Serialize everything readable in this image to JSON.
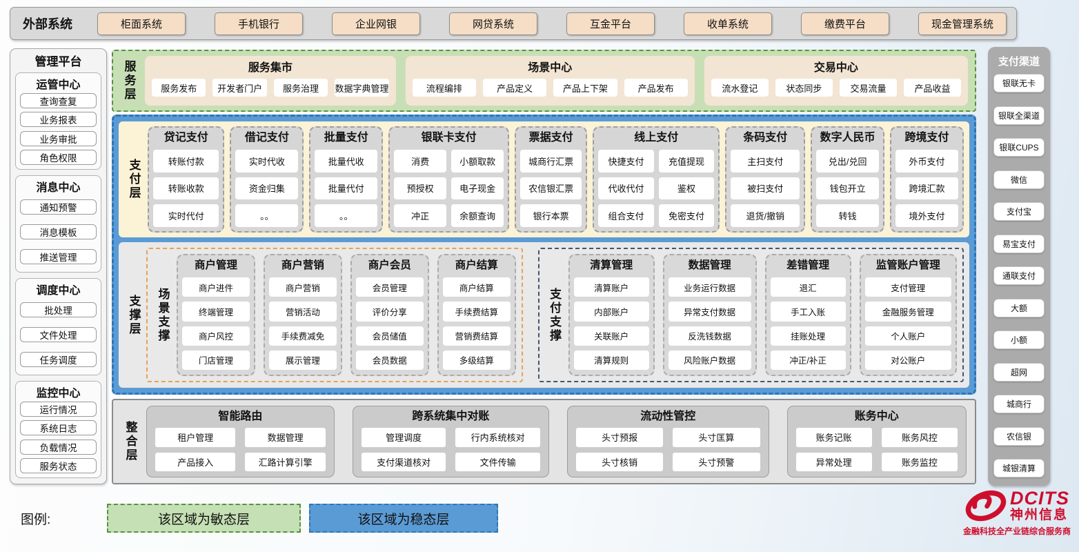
{
  "colors": {
    "stable_blue": "#5B9BD5",
    "stable_border_blue": "#2E75B6",
    "agile_green": "#C8DFB6",
    "agile_border_green": "#569141",
    "payment_cream": "#FCF2D5",
    "external_tan": "#F5DEC5",
    "scene_support_orange": "#E8A150",
    "payment_support_navy": "#44546A",
    "brand_red": "#CE0E2D"
  },
  "external": {
    "label": "外部系统",
    "items": [
      "柜面系统",
      "手机银行",
      "企业网银",
      "网贷系统",
      "互金平台",
      "收单系统",
      "缴费平台",
      "现金管理系统"
    ]
  },
  "management": {
    "title": "管理平台",
    "groups": [
      {
        "title": "运管中心",
        "items": [
          "查询查复",
          "业务报表",
          "业务审批",
          "角色权限"
        ]
      },
      {
        "title": "消息中心",
        "items": [
          "通知预警",
          "消息模板",
          "推送管理"
        ]
      },
      {
        "title": "调度中心",
        "items": [
          "批处理",
          "文件处理",
          "任务调度"
        ]
      },
      {
        "title": "监控中心",
        "items": [
          "运行情况",
          "系统日志",
          "负载情况",
          "服务状态"
        ]
      }
    ]
  },
  "service": {
    "label": "服务层",
    "centers": [
      {
        "title": "服务集市",
        "items": [
          "服务发布",
          "开发者门户",
          "服务治理",
          "数据字典管理"
        ]
      },
      {
        "title": "场景中心",
        "items": [
          "流程编排",
          "产品定义",
          "产品上下架",
          "产品发布"
        ]
      },
      {
        "title": "交易中心",
        "items": [
          "流水登记",
          "状态同步",
          "交易流量",
          "产品收益"
        ]
      }
    ]
  },
  "payment": {
    "label": "支付层",
    "groups": [
      {
        "title": "贷记支付",
        "items": [
          "转账付款",
          "转账收款",
          "实时代付"
        ]
      },
      {
        "title": "借记支付",
        "items": [
          "实时代收",
          "资金归集",
          "。。"
        ]
      },
      {
        "title": "批量支付",
        "items": [
          "批量代收",
          "批量代付",
          "。。"
        ]
      },
      {
        "title": "银联卡支付",
        "items": [
          "消费",
          "小额取款",
          "预授权",
          "电子现金",
          "冲正",
          "余额查询"
        ]
      },
      {
        "title": "票据支付",
        "items": [
          "城商行汇票",
          "农信银汇票",
          "银行本票"
        ]
      },
      {
        "title": "线上支付",
        "items": [
          "快捷支付",
          "充值提现",
          "代收代付",
          "鉴权",
          "组合支付",
          "免密支付"
        ]
      },
      {
        "title": "条码支付",
        "items": [
          "主扫支付",
          "被扫支付",
          "退货/撤销"
        ]
      },
      {
        "title": "数字人民币",
        "items": [
          "兑出/兑回",
          "钱包开立",
          "转钱"
        ]
      },
      {
        "title": "跨境支付",
        "items": [
          "外币支付",
          "跨境汇款",
          "境外支付"
        ]
      }
    ]
  },
  "support": {
    "label": "支撑层",
    "sections": [
      {
        "label": "场景支撑",
        "groups": [
          {
            "title": "商户管理",
            "items": [
              "商户进件",
              "终端管理",
              "商户风控",
              "门店管理"
            ]
          },
          {
            "title": "商户营销",
            "items": [
              "商户营销",
              "营销活动",
              "手续费减免",
              "展示管理"
            ]
          },
          {
            "title": "商户会员",
            "items": [
              "会员管理",
              "评价分享",
              "会员储值",
              "会员数据"
            ]
          },
          {
            "title": "商户结算",
            "items": [
              "商户结算",
              "手续费结算",
              "营销费结算",
              "多级结算"
            ]
          }
        ]
      },
      {
        "label": "支付支撑",
        "groups": [
          {
            "title": "清算管理",
            "items": [
              "清算账户",
              "内部账户",
              "关联账户",
              "清算规则"
            ]
          },
          {
            "title": "数据管理",
            "items": [
              "业务运行数据",
              "异常支付数据",
              "反洗钱数据",
              "风险账户数据"
            ]
          },
          {
            "title": "差错管理",
            "items": [
              "退汇",
              "手工入账",
              "挂账处理",
              "冲正/补正"
            ]
          },
          {
            "title": "监管账户管理",
            "items": [
              "支付管理",
              "金融服务管理",
              "个人账户",
              "对公账户"
            ]
          }
        ]
      }
    ]
  },
  "integration": {
    "label": "整合层",
    "groups": [
      {
        "title": "智能路由",
        "items": [
          "租户管理",
          "数据管理",
          "产品接入",
          "汇路计算引擎"
        ]
      },
      {
        "title": "跨系统集中对账",
        "items": [
          "管理调度",
          "行内系统核对",
          "支付渠道核对",
          "文件传输"
        ]
      },
      {
        "title": "流动性管控",
        "items": [
          "头寸预报",
          "头寸匡算",
          "头寸核销",
          "头寸预警"
        ]
      },
      {
        "title": "账务中心",
        "items": [
          "账务记账",
          "账务风控",
          "异常处理",
          "账务监控"
        ]
      }
    ]
  },
  "channels": {
    "title": "支付渠道",
    "items": [
      "银联无卡",
      "银联全渠道",
      "银联CUPS",
      "微信",
      "支付宝",
      "易宝支付",
      "通联支付",
      "大额",
      "小额",
      "超网",
      "城商行",
      "农信银",
      "城银清算"
    ]
  },
  "legend": {
    "label": "图例:",
    "agile": "该区域为敏态层",
    "stable": "该区域为稳态层"
  },
  "logo": {
    "brand": "DCITS",
    "company": "神州信息",
    "tagline": "金融科技全产业链综合服务商"
  }
}
